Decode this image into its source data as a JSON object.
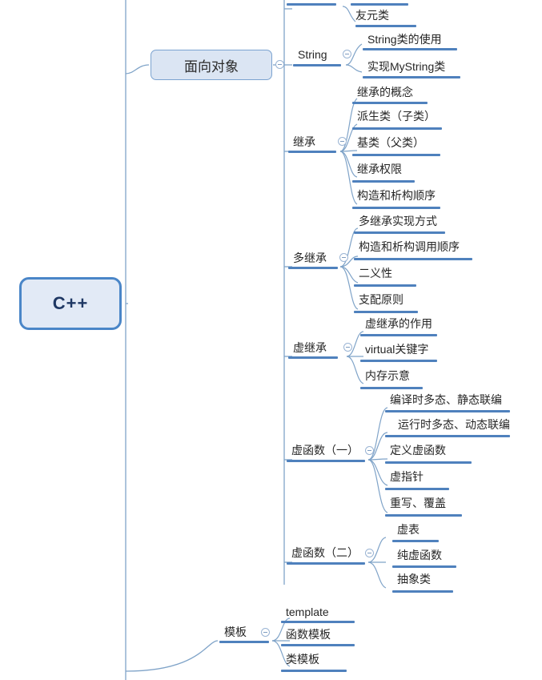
{
  "mindmap": {
    "root": {
      "label": "C++"
    },
    "branches": [
      {
        "id": "oop",
        "label": "面向对象",
        "style": "box",
        "children": [
          {
            "id": "oop-truncated",
            "label": "",
            "truncated": true,
            "children": [
              {
                "id": "friend-class",
                "label": "友元类"
              }
            ]
          },
          {
            "id": "string",
            "label": "String",
            "collapsible": true,
            "children": [
              {
                "id": "string-usage",
                "label": "String类的使用"
              },
              {
                "id": "mystring",
                "label": "实现MyString类"
              }
            ]
          },
          {
            "id": "inherit",
            "label": "继承",
            "collapsible": true,
            "children": [
              {
                "id": "inherit-concept",
                "label": "继承的概念"
              },
              {
                "id": "derived-class",
                "label": "派生类（子类）"
              },
              {
                "id": "base-class",
                "label": "基类（父类）"
              },
              {
                "id": "inherit-access",
                "label": "继承权限"
              },
              {
                "id": "ctor-dtor-order",
                "label": "构造和析构顺序"
              }
            ]
          },
          {
            "id": "multi-inherit",
            "label": "多继承",
            "collapsible": true,
            "children": [
              {
                "id": "multi-impl",
                "label": "多继承实现方式"
              },
              {
                "id": "multi-ctor-order",
                "label": "构造和析构调用顺序"
              },
              {
                "id": "ambiguity",
                "label": "二义性"
              },
              {
                "id": "dominance",
                "label": "支配原则"
              }
            ]
          },
          {
            "id": "virtual-inherit",
            "label": "虚继承",
            "collapsible": true,
            "children": [
              {
                "id": "vi-purpose",
                "label": "虚继承的作用"
              },
              {
                "id": "virtual-keyword",
                "label": "virtual关键字"
              },
              {
                "id": "memory-layout",
                "label": "内存示意"
              }
            ]
          },
          {
            "id": "vfunc-1",
            "label": "虚函数（一）",
            "collapsible": true,
            "children": [
              {
                "id": "static-poly",
                "label": "编译时多态、静态联编"
              },
              {
                "id": "dynamic-poly",
                "label": "运行时多态、动态联编"
              },
              {
                "id": "define-vfunc",
                "label": "定义虚函数"
              },
              {
                "id": "vptr",
                "label": "虚指针"
              },
              {
                "id": "override",
                "label": "重写、覆盖"
              }
            ]
          },
          {
            "id": "vfunc-2",
            "label": "虚函数（二）",
            "collapsible": true,
            "children": [
              {
                "id": "vtable",
                "label": "虚表"
              },
              {
                "id": "pure-vfunc",
                "label": "纯虚函数"
              },
              {
                "id": "abstract-class",
                "label": "抽象类"
              }
            ]
          }
        ]
      },
      {
        "id": "template",
        "label": "模板",
        "collapsible": true,
        "children": [
          {
            "id": "template-kw",
            "label": "template"
          },
          {
            "id": "func-template",
            "label": "函数模板"
          },
          {
            "id": "class-template",
            "label": "类模板"
          }
        ]
      }
    ]
  },
  "colors": {
    "root_border": "#4a86c8",
    "root_fill": "#e2eaf6",
    "root_text": "#1f3864",
    "box_border": "#7ba3d0",
    "box_fill": "#dbe5f3",
    "bar": "#4f81bd",
    "edge": "#7fa3c8",
    "text": "#262626",
    "background": "#ffffff"
  }
}
